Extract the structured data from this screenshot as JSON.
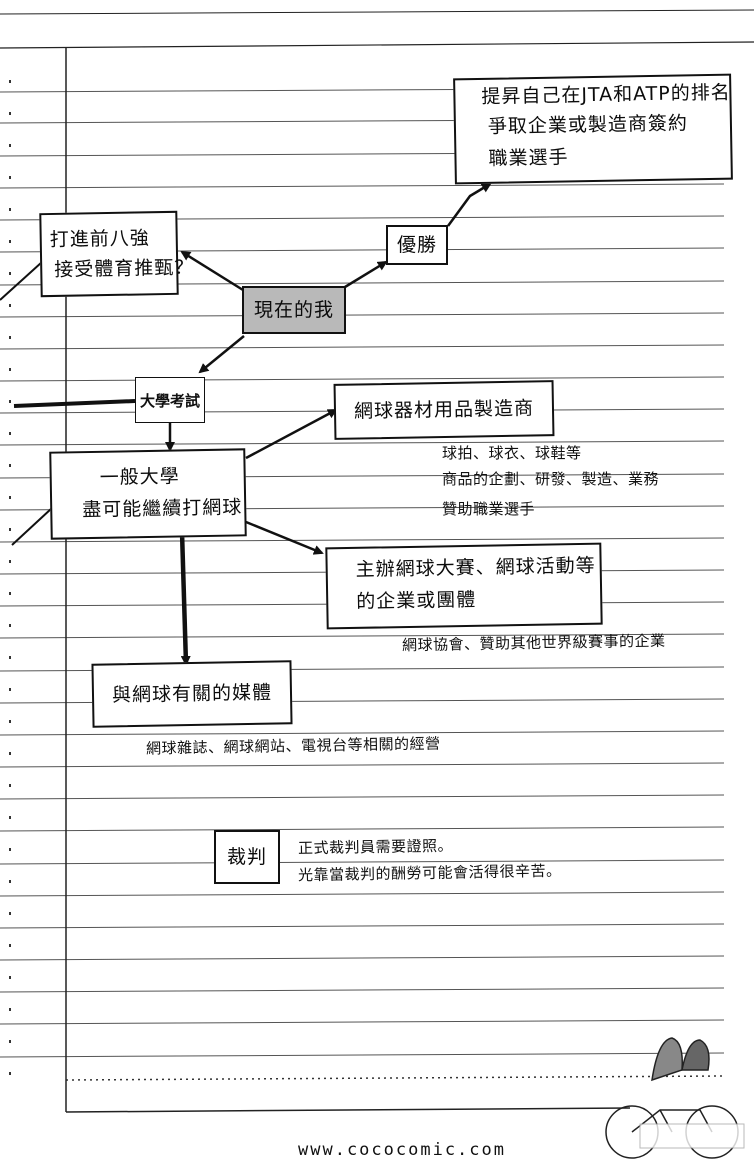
{
  "nodes": {
    "goal_box": {
      "line1": "提昇自己在JTA和ATP的排名",
      "line2": "爭取企業或製造商簽約",
      "line3": "職業選手"
    },
    "victory_box": {
      "label": "優勝"
    },
    "quarterfinal_box": {
      "line1": "打進前八強",
      "line2": "接受體育推甄？"
    },
    "current_self_box": {
      "label": "現在的我"
    },
    "university_exam_box": {
      "label": "大學考試"
    },
    "general_university_box": {
      "line1": "一般大學",
      "line2": "盡可能繼續打網球"
    },
    "equipment_maker_box": {
      "label": "網球器材用品製造商"
    },
    "event_org_box": {
      "line1": "主辦網球大賽、網球活動等",
      "line2": "的企業或團體"
    },
    "media_box": {
      "label": "與網球有關的媒體"
    },
    "referee_box": {
      "label": "裁判"
    }
  },
  "notes": {
    "equipment_line1": "球拍、球衣、球鞋等",
    "equipment_line2": "商品的企劃、研發、製造、業務",
    "equipment_line3": "贊助職業選手",
    "event_org": "網球協會、贊助其他世界級賽事的企業",
    "media": "網球雜誌、網球網站、電視台等相關的經營",
    "referee_line1": "正式裁判員需要證照。",
    "referee_line2": "光靠當裁判的酬勞可能會活得很辛苦。"
  },
  "watermark": {
    "url": "www.cococomic.com"
  }
}
